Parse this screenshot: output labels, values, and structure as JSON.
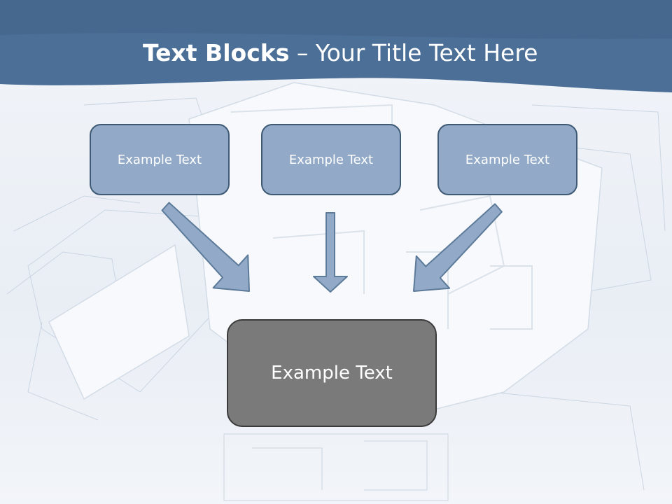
{
  "title": {
    "bold": "Text Blocks",
    "rest": " – Your Title Text Here"
  },
  "blocks": [
    {
      "label": "Example Text"
    },
    {
      "label": "Example Text"
    },
    {
      "label": "Example Text"
    }
  ],
  "center_block": {
    "label": "Example Text"
  },
  "colors": {
    "header": "#4b6f97",
    "small_block_fill": "#92aac7",
    "small_block_border": "#3f5a75",
    "center_block_fill": "#7a7a7a",
    "arrow_fill": "#92aac7",
    "arrow_stroke": "#5c7a99"
  }
}
